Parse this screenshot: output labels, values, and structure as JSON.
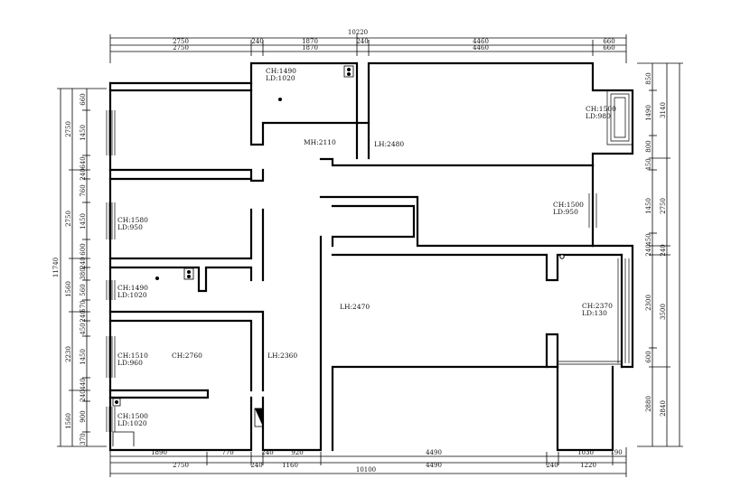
{
  "dimensions": {
    "top_overall": "10220",
    "top_row1": [
      "2750",
      "240",
      "1870",
      "240",
      "4460",
      "660"
    ],
    "top_row2": [
      "2750",
      "1870",
      "4460",
      "660"
    ],
    "bottom_row1": [
      "1890",
      "770",
      "240",
      "920",
      "4490",
      "1030",
      "190"
    ],
    "bottom_row2": [
      "2750",
      "240",
      "1160",
      "4490",
      "240",
      "1220"
    ],
    "bottom_overall": "10100",
    "left_overall": "11740",
    "left_row1": [
      "660",
      "1450",
      "640",
      "240",
      "760",
      "1450",
      "600",
      "240",
      "380",
      "560",
      "570",
      "240",
      "450",
      "1450",
      "440",
      "240",
      "900",
      "370"
    ],
    "left_row2": [
      "2750",
      "2750",
      "1560",
      "2230",
      "1560"
    ],
    "right_row1": [
      "850",
      "1490",
      "800",
      "450",
      "1450",
      "450",
      "240",
      "2300",
      "600",
      "2880",
      "2840"
    ],
    "right_row2": [
      "3140",
      "2750",
      "240",
      "3500"
    ]
  },
  "labels": {
    "ch_1490_top": "CH:1490",
    "ld_1020_top": "LD:1020",
    "mh": "MH:2110",
    "lh_2480": "LH:2480",
    "ch_1500_tr": "CH:1500",
    "ld_980": "LD:980",
    "ch_1500_mr": "CH:1500",
    "ld_950_mr": "LD:950",
    "ch_1580": "CH:1580",
    "ld_950_l": "LD:950",
    "ch_1490_mid": "CH:1490",
    "ld_1020_mid": "LD:1020",
    "lh_2470": "LH:2470",
    "ch_2370": "CH:2370",
    "ld_130": "LD:130",
    "ch_1510": "CH:1510",
    "ld_960": "LD:960",
    "ch_2760": "CH:2760",
    "lh_2360": "LH:2360",
    "ch_1500_bl": "CH:1500",
    "ld_1020_bl": "LD:1020"
  }
}
